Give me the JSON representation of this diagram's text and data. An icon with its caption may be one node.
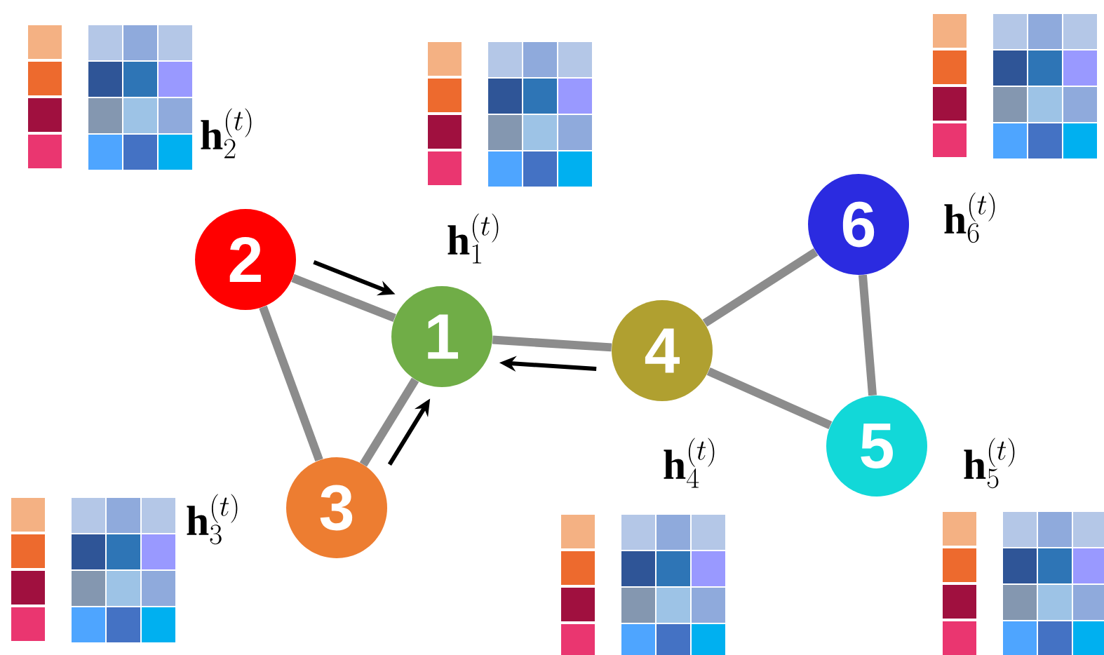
{
  "diagram": {
    "nodes": [
      {
        "text": [
          "1"
        ],
        "beside": [
          "\\mathbf{h}_1^{(t)}"
        ]
      },
      {
        "text": [
          "2"
        ],
        "beside": [
          "\\mathbf{h}_2^{(t)}"
        ]
      },
      {
        "text": [
          "3"
        ],
        "beside": [
          "\\mathbf{h}_3^{(t)}"
        ]
      },
      {
        "text": [
          "4"
        ],
        "beside": [
          "\\mathbf{h}_4^{(t)}"
        ]
      },
      {
        "text": [
          "5"
        ],
        "beside": [
          "\\mathbf{h}_5^{(t)}"
        ]
      },
      {
        "text": [
          "6"
        ],
        "beside": [
          "\\mathbf{h}_6^{(t)}"
        ]
      }
    ],
    "edges": [
      {
        "from": 1,
        "to": 0,
        "arrow": "none"
      },
      {
        "from": 1,
        "to": 2,
        "arrow": "none"
      },
      {
        "from": 2,
        "to": 0,
        "arrow": "none"
      },
      {
        "from": 0,
        "to": 3,
        "arrow": "none"
      },
      {
        "from": 3,
        "to": 5,
        "arrow": "none"
      },
      {
        "from": 3,
        "to": 4,
        "arrow": "none"
      },
      {
        "from": 5,
        "to": 4,
        "arrow": "none"
      },
      {
        "from": 1,
        "to": 0,
        "arrow": "to",
        "color": "#000000"
      },
      {
        "from": 2,
        "to": 0,
        "arrow": "to",
        "color": "#000000"
      },
      {
        "from": 3,
        "to": 0,
        "arrow": "to",
        "color": "#000000"
      }
    ]
  }
}
